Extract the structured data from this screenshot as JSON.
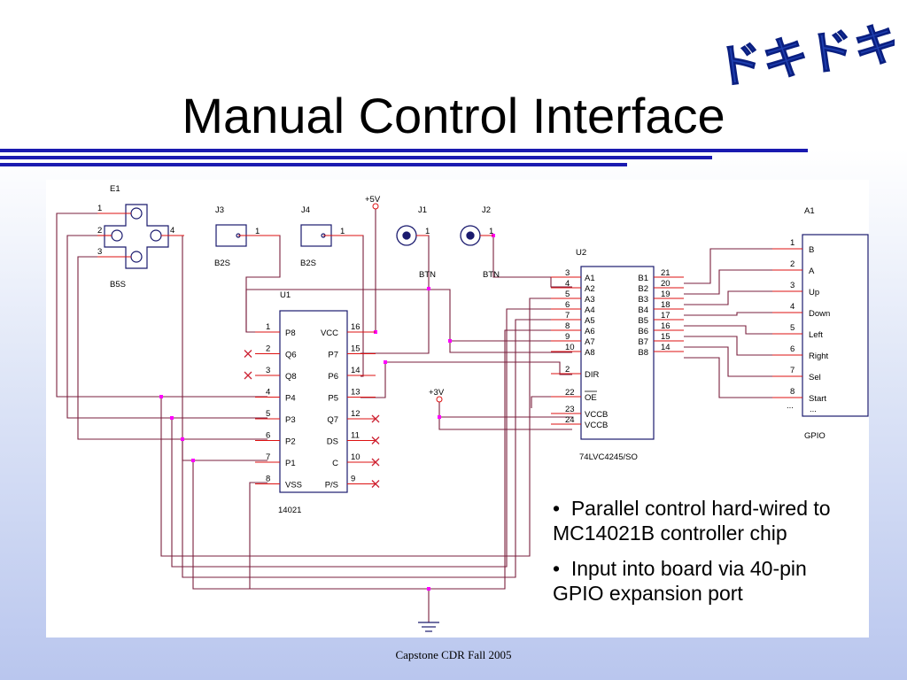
{
  "slide": {
    "title": "Manual Control Interface",
    "logo_text": "ドキドキ",
    "footer": "Capstone CDR Fall 2005",
    "bullets": [
      "Parallel control hard-wired to MC14021B controller chip",
      "Input into board via 40-pin GPIO expansion port"
    ]
  },
  "schematic": {
    "e1": {
      "ref": "E1",
      "part": "B5S",
      "pins": [
        "1",
        "2",
        "3",
        "4"
      ]
    },
    "j3": {
      "ref": "J3",
      "part": "B2S",
      "pin": "1"
    },
    "j4": {
      "ref": "J4",
      "part": "B2S",
      "pin": "1"
    },
    "j1": {
      "ref": "J1",
      "part": "BTN",
      "pin": "1"
    },
    "j2": {
      "ref": "J2",
      "part": "BTN",
      "pin": "1"
    },
    "vcc5": "+5V",
    "vcc3": "+3V",
    "u1": {
      "ref": "U1",
      "part": "14021",
      "left_pins": [
        [
          "1",
          "P8"
        ],
        [
          "2",
          "Q6"
        ],
        [
          "3",
          "Q8"
        ],
        [
          "4",
          "P4"
        ],
        [
          "5",
          "P3"
        ],
        [
          "6",
          "P2"
        ],
        [
          "7",
          "P1"
        ],
        [
          "8",
          "VSS"
        ]
      ],
      "right_pins": [
        [
          "16",
          "VCC"
        ],
        [
          "15",
          "P7"
        ],
        [
          "14",
          "P6"
        ],
        [
          "13",
          "P5"
        ],
        [
          "12",
          "Q7"
        ],
        [
          "11",
          "DS"
        ],
        [
          "10",
          "C"
        ],
        [
          "9",
          "P/S"
        ]
      ]
    },
    "u2": {
      "ref": "U2",
      "part": "74LVC4245/SO",
      "left_pins": [
        [
          "3",
          "A1"
        ],
        [
          "4",
          "A2"
        ],
        [
          "5",
          "A3"
        ],
        [
          "6",
          "A4"
        ],
        [
          "7",
          "A5"
        ],
        [
          "8",
          "A6"
        ],
        [
          "9",
          "A7"
        ],
        [
          "10",
          "A8"
        ],
        [
          "2",
          "DIR"
        ],
        [
          "22",
          "OE"
        ],
        [
          "23",
          "VCCB"
        ],
        [
          "24",
          "VCCB"
        ]
      ],
      "right_pins": [
        [
          "21",
          "B1"
        ],
        [
          "20",
          "B2"
        ],
        [
          "19",
          "B3"
        ],
        [
          "18",
          "B4"
        ],
        [
          "17",
          "B5"
        ],
        [
          "16",
          "B6"
        ],
        [
          "15",
          "B7"
        ],
        [
          "14",
          "B8"
        ]
      ]
    },
    "a1": {
      "ref": "A1",
      "part": "GPIO",
      "pins": [
        [
          "1",
          "B"
        ],
        [
          "2",
          "A"
        ],
        [
          "3",
          "Up"
        ],
        [
          "4",
          "Down"
        ],
        [
          "5",
          "Left"
        ],
        [
          "6",
          "Right"
        ],
        [
          "7",
          "Sel"
        ],
        [
          "8",
          "Start"
        ]
      ],
      "more": "..."
    }
  }
}
